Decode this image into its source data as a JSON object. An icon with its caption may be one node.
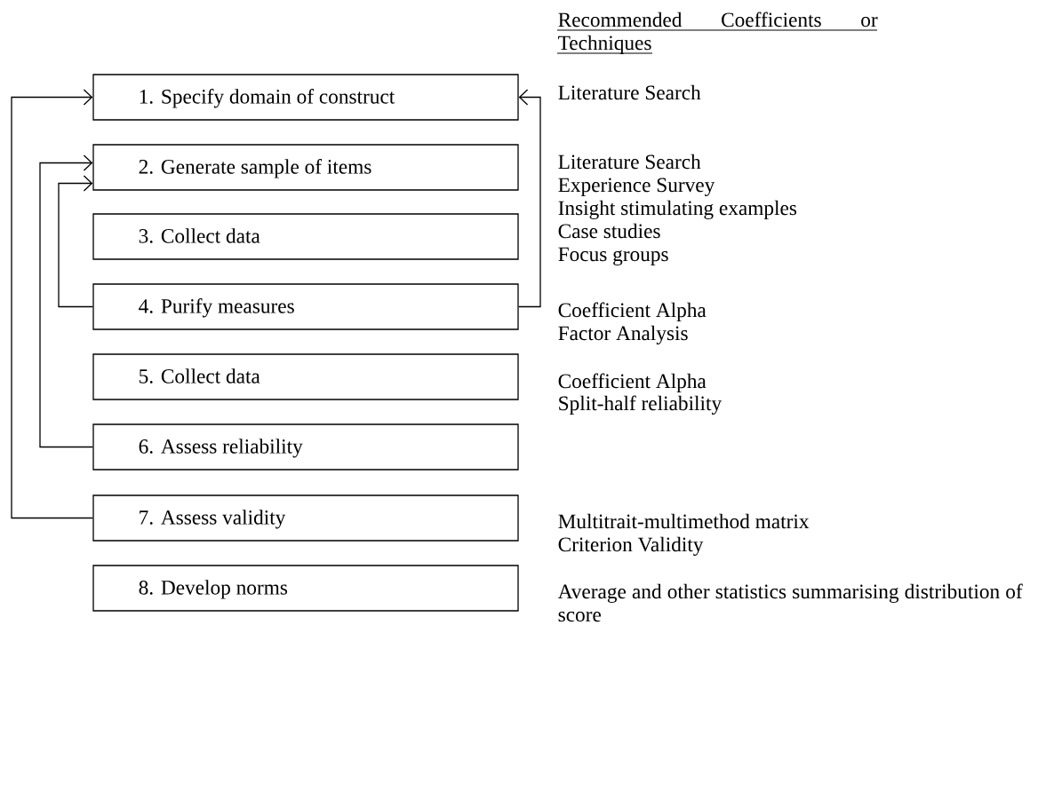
{
  "diagram": {
    "nodes": [
      {
        "text": [
          "1. Specify domain of construct"
        ]
      },
      {
        "text": [
          "2. Generate sample of items"
        ]
      },
      {
        "text": [
          "3. Collect data"
        ]
      },
      {
        "text": [
          "4. Purify measures"
        ]
      },
      {
        "text": [
          "5. Collect data"
        ]
      },
      {
        "text": [
          "6. Assess reliability"
        ]
      },
      {
        "text": [
          "7. Assess validity"
        ]
      },
      {
        "text": [
          "8. Develop norms"
        ]
      }
    ],
    "edges": [
      {
        "from": 6,
        "to": 0,
        "arrow": "to"
      },
      {
        "from": 5,
        "to": 1,
        "arrow": "to"
      },
      {
        "from": 3,
        "to": 1,
        "arrow": "to"
      },
      {
        "from": 3,
        "to": 0,
        "arrow": "to"
      }
    ],
    "labels": [
      "Recommended Coefficients or Techniques",
      "Literature Search",
      "Literature Search",
      "Experience Survey",
      "Insight stimulating examples",
      "Case studies",
      "Focus groups",
      "Coefficient Alpha",
      "Factor Analysis",
      "Coefficient Alpha",
      "Split-half reliability",
      "Multitrait-multimethod matrix",
      "Criterion Validity",
      "Average and other statistics summarising distribution of score"
    ]
  }
}
